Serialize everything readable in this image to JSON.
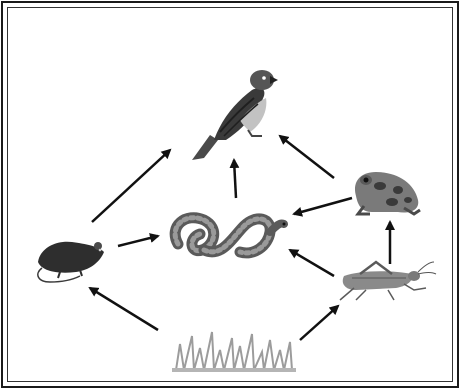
{
  "diagram": {
    "type": "food-web",
    "organisms": [
      {
        "id": "hawk",
        "icon": "hawk-icon"
      },
      {
        "id": "frog",
        "icon": "frog-icon"
      },
      {
        "id": "snake",
        "icon": "snake-icon"
      },
      {
        "id": "mouse",
        "icon": "mouse-icon"
      },
      {
        "id": "grasshopper",
        "icon": "grasshopper-icon"
      },
      {
        "id": "grass",
        "icon": "grass-icon"
      }
    ],
    "arrows": [
      {
        "from": "mouse",
        "to": "hawk"
      },
      {
        "from": "snake",
        "to": "hawk"
      },
      {
        "from": "frog",
        "to": "hawk"
      },
      {
        "from": "frog",
        "to": "snake"
      },
      {
        "from": "mouse",
        "to": "snake"
      },
      {
        "from": "grasshopper",
        "to": "snake"
      },
      {
        "from": "grasshopper",
        "to": "frog"
      },
      {
        "from": "grass",
        "to": "mouse"
      },
      {
        "from": "grass",
        "to": "grasshopper"
      }
    ],
    "colors": {
      "arrow": "#111111",
      "frame": "#1a1a1a",
      "hawk_dark": "#3a3a3a",
      "hawk_light": "#bdbdbd",
      "frog": "#6e6e6e",
      "snake": "#777777",
      "mouse": "#2e2e2e",
      "grasshopper": "#8a8a8a",
      "grass": "#a8a8a8"
    }
  }
}
